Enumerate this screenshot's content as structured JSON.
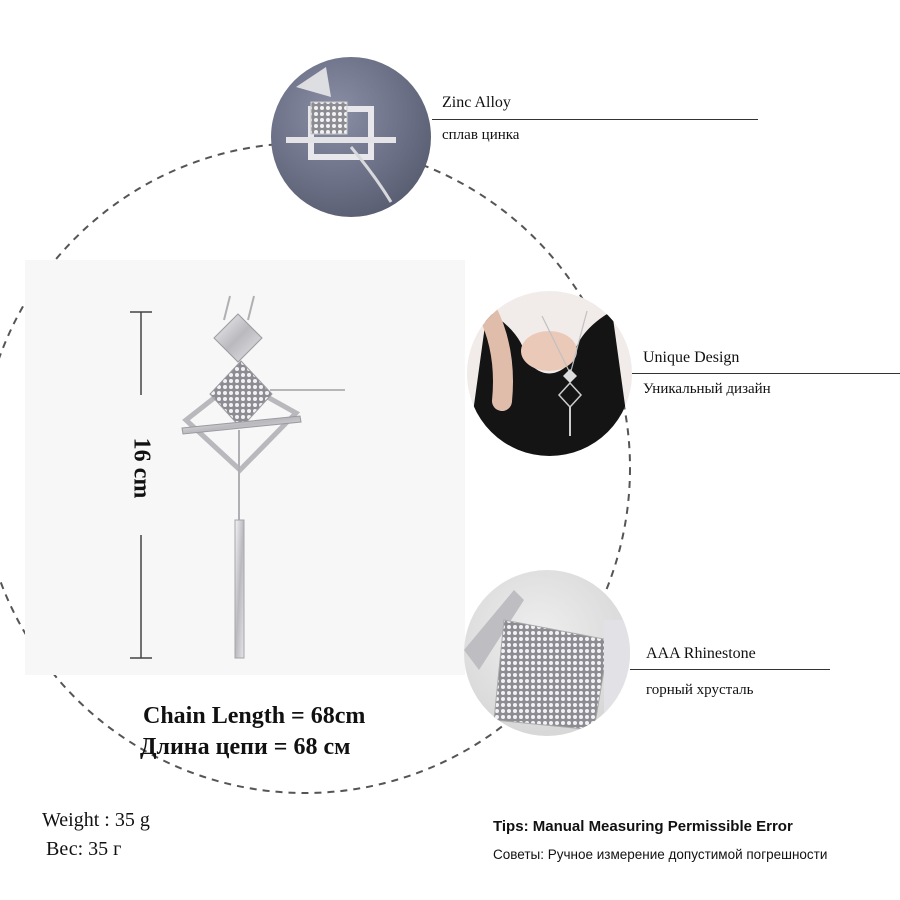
{
  "features": [
    {
      "en": "Zinc Alloy",
      "ru": "сплав цинка"
    },
    {
      "en": "Unique Design",
      "ru": "Уникальный дизайн"
    },
    {
      "en": "AAA Rhinestone",
      "ru": "горный хрусталь"
    }
  ],
  "size_label": "16 cm",
  "chain_length": {
    "en": "Chain Length = 68cm",
    "ru": "Длина цепи = 68 см"
  },
  "weight": {
    "en": "Weight : 35 g",
    "ru": "Вес: 35 г"
  },
  "tips": {
    "en": "Tips: Manual Measuring Permissible Error",
    "ru": "Советы: Ручное измерение допустимой погрешности"
  },
  "colors": {
    "accent_dash": "#555555",
    "text": "#111111",
    "metal": "#c8c8cc"
  },
  "icons": [
    "product-pendant-icon",
    "detail-clasp-icon",
    "model-wearing-icon",
    "rhinestone-closeup-icon"
  ]
}
